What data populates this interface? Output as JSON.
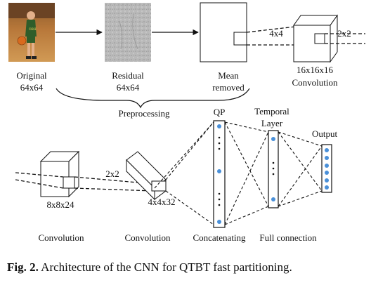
{
  "figure": {
    "top_row": {
      "original_label_1": "Original",
      "original_label_2": "64x64",
      "residual_label_1": "Residual",
      "residual_label_2": "64x64",
      "mean_label_1": "Mean",
      "mean_label_2": "removed",
      "preprocessing": "Preprocessing",
      "kernel_4x4": "4x4",
      "pool_2x2": "2x2",
      "cube_16": "16x16x16",
      "conv1": "Convolution"
    },
    "bottom_row": {
      "cube_8": "8x8x24",
      "pool_2x2": "2x2",
      "cube_4": "4x4x32",
      "conv2": "Convolution",
      "conv3": "Convolution",
      "qp": "QP",
      "temporal_1": "Temporal",
      "temporal_2": "Layer",
      "output": "Output",
      "concatenating": "Concatenating",
      "full_connection": "Full connection"
    },
    "caption_prefix": "Fig. 2.",
    "caption_text": " Architecture of the CNN for QTBT fast partitioning."
  },
  "colors": {
    "neuron_blue": "#4a90d9",
    "photo_court": "#c98a3e",
    "residual_gray": "#b5b5b5"
  }
}
